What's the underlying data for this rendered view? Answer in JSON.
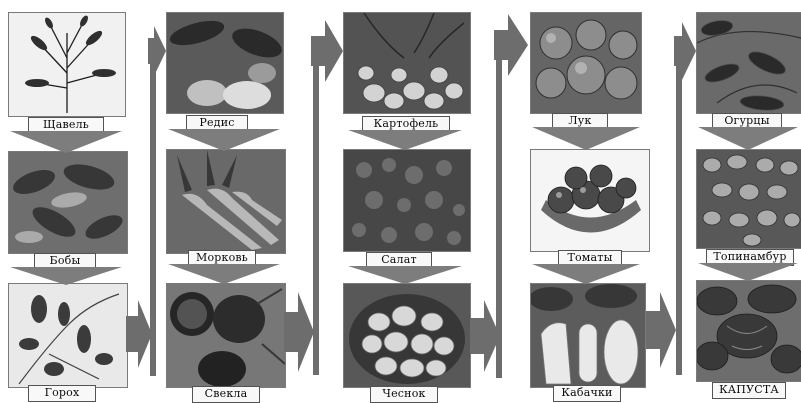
{
  "columns": [
    {
      "items": [
        {
          "name": "Щавель"
        },
        {
          "name": "Бобы"
        },
        {
          "name": "Горох"
        }
      ]
    },
    {
      "items": [
        {
          "name": "Редис"
        },
        {
          "name": "Морковь"
        },
        {
          "name": "Свекла"
        }
      ]
    },
    {
      "items": [
        {
          "name": "Картофель"
        },
        {
          "name": "Салат"
        },
        {
          "name": "Чеснок"
        }
      ]
    },
    {
      "items": [
        {
          "name": "Лук"
        },
        {
          "name": "Томаты"
        },
        {
          "name": "Кабачки"
        }
      ]
    },
    {
      "items": [
        {
          "name": "Огурцы"
        },
        {
          "name": "Топинамбур"
        },
        {
          "name": "КАПУСТА"
        }
      ]
    }
  ],
  "colors": {
    "arrow": "#7d7d7d",
    "arrow_dark": "#5e5e5e",
    "label_bg": "#f2f2f2"
  }
}
